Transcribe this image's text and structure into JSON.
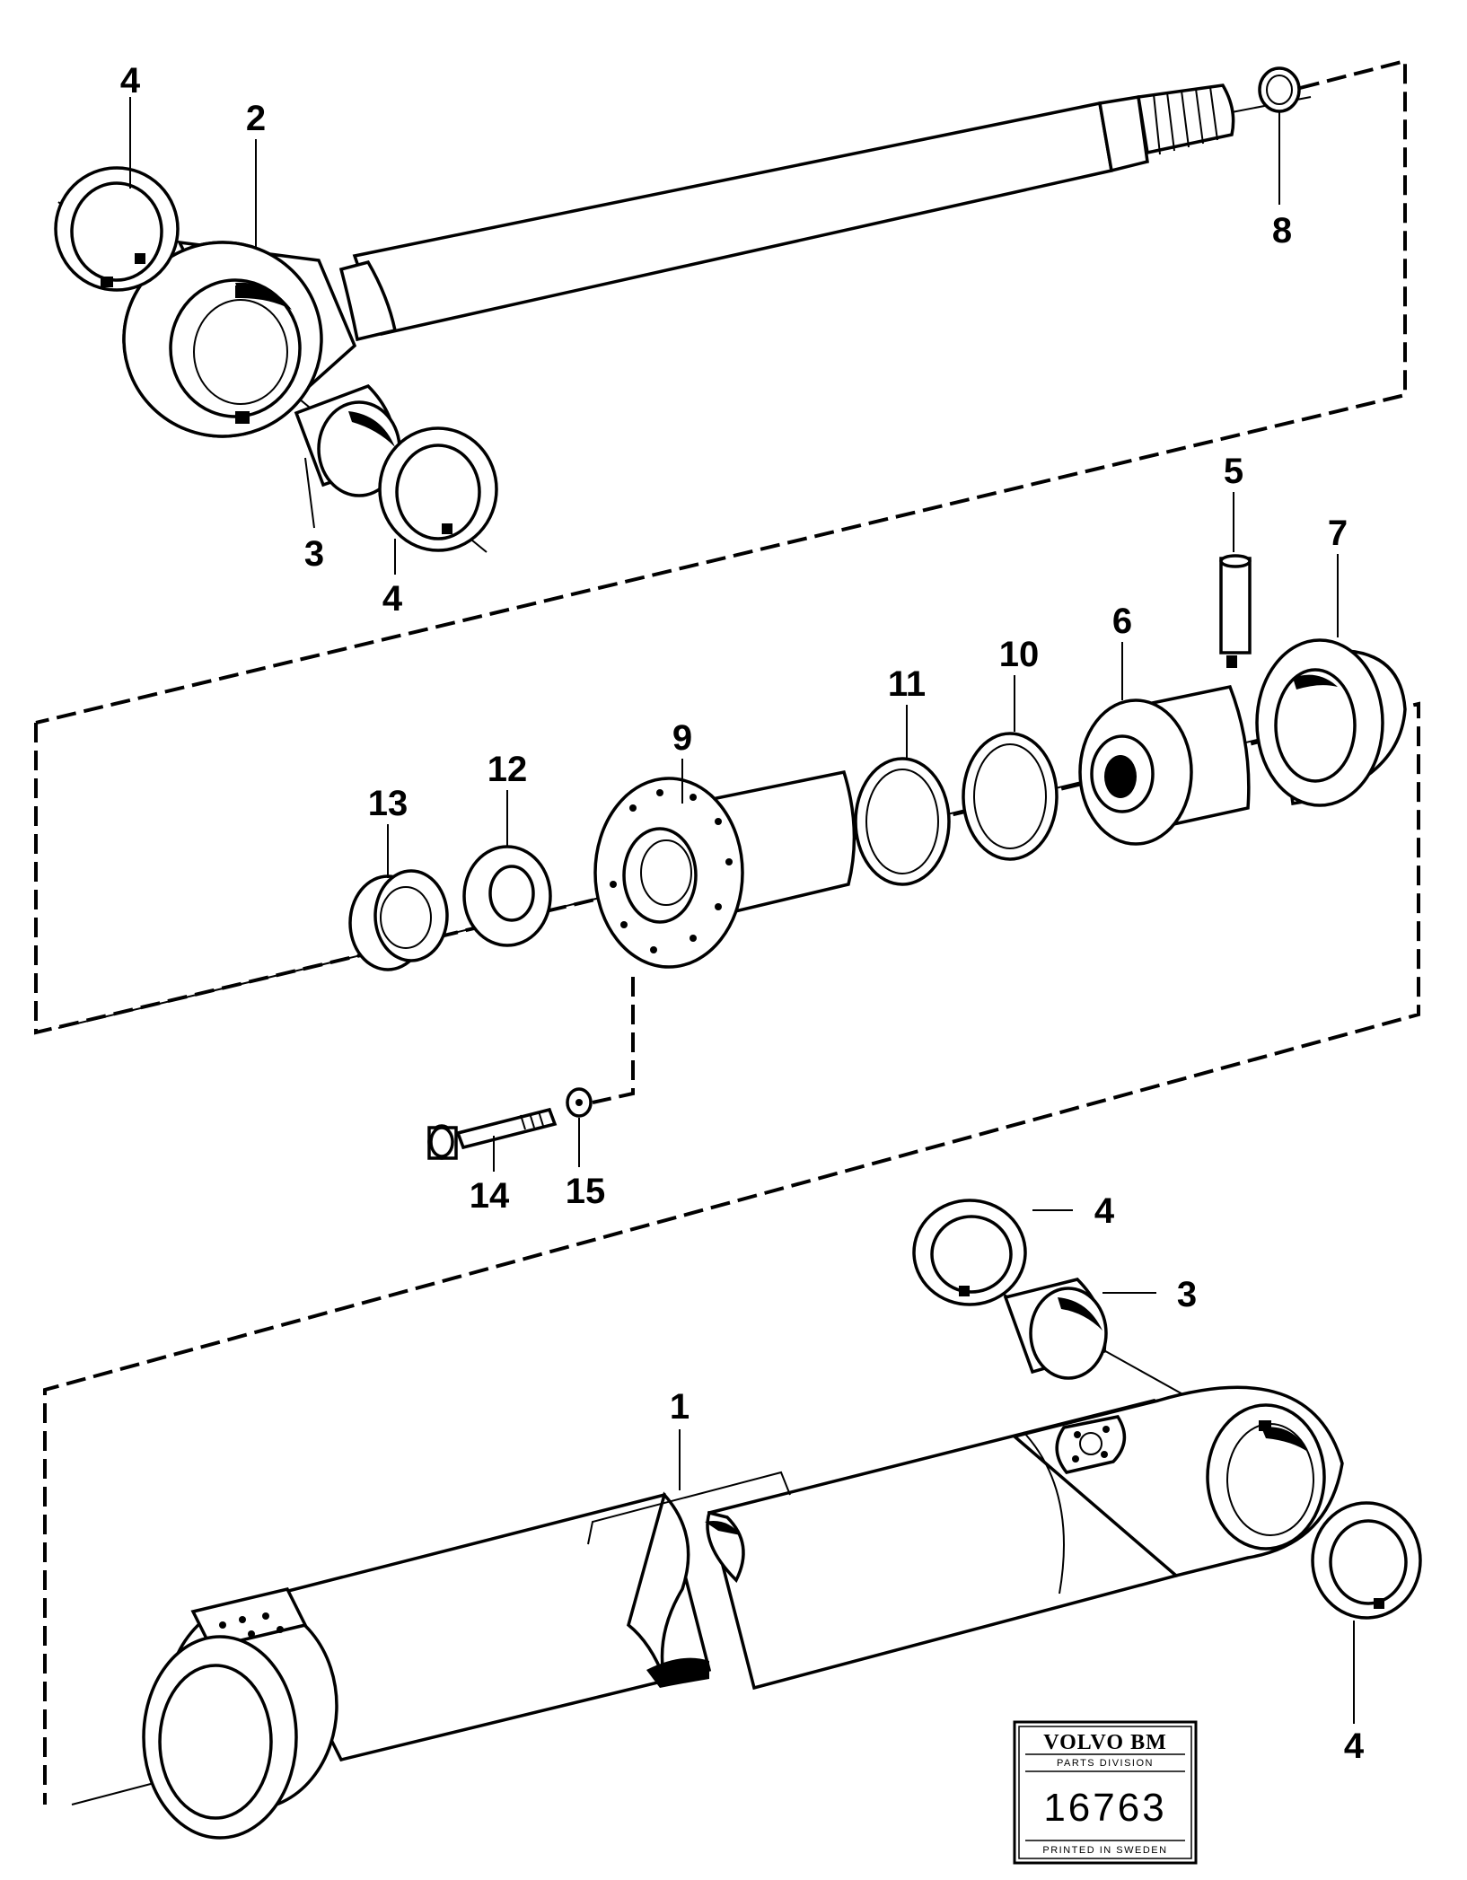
{
  "callouts": [
    {
      "id": "rod-ring-4",
      "label": "4"
    },
    {
      "id": "rod-2",
      "label": "2"
    },
    {
      "id": "rod-bushing-3",
      "label": "3"
    },
    {
      "id": "rod-ring-4b",
      "label": "4"
    },
    {
      "id": "ring-8",
      "label": "8"
    },
    {
      "id": "pin-5",
      "label": "5"
    },
    {
      "id": "piston-7",
      "label": "7"
    },
    {
      "id": "nut-6",
      "label": "6"
    },
    {
      "id": "ring-10",
      "label": "10"
    },
    {
      "id": "ring-11",
      "label": "11"
    },
    {
      "id": "head-9",
      "label": "9"
    },
    {
      "id": "seal-12",
      "label": "12"
    },
    {
      "id": "wiper-13",
      "label": "13"
    },
    {
      "id": "screw-14",
      "label": "14"
    },
    {
      "id": "washer-15",
      "label": "15"
    },
    {
      "id": "tube-ring-4",
      "label": "4"
    },
    {
      "id": "tube-bushing-3",
      "label": "3"
    },
    {
      "id": "tube-1",
      "label": "1"
    },
    {
      "id": "tube-ring-4b",
      "label": "4"
    }
  ],
  "stamp": {
    "brand": "VOLVO BM",
    "division": "PARTS DIVISION",
    "number": "16763",
    "printed": "PRINTED IN SWEDEN"
  }
}
